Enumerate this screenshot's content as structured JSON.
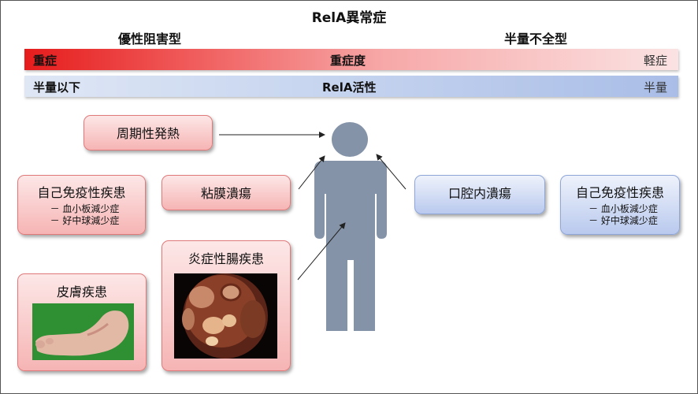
{
  "title": "RelA異常症",
  "left_heading": "優性阻害型",
  "right_heading": "半量不全型",
  "severity_bar": {
    "left": "重症",
    "center": "重症度",
    "right": "軽症"
  },
  "activity_bar": {
    "left": "半量以下",
    "center": "RelA活性",
    "right": "半量"
  },
  "boxes": {
    "periodic_fever": "周期性発熱",
    "autoimmune_left": {
      "label": "自己免疫性疾患",
      "items": [
        "－ 血小板減少症",
        "－ 好中球減少症"
      ]
    },
    "mucosal_ulcer": "粘膜潰瘍",
    "ibd": "炎症性腸疾患",
    "skin_disease": "皮膚疾患",
    "oral_ulcer": "口腔内潰瘍",
    "autoimmune_right": {
      "label": "自己免疫性疾患",
      "items": [
        "－ 血小板減少症",
        "－ 好中球減少症"
      ]
    }
  },
  "colors": {
    "red_start": "#e61c1c",
    "blue_end": "#a9bde7",
    "figure": "#8493a8"
  }
}
